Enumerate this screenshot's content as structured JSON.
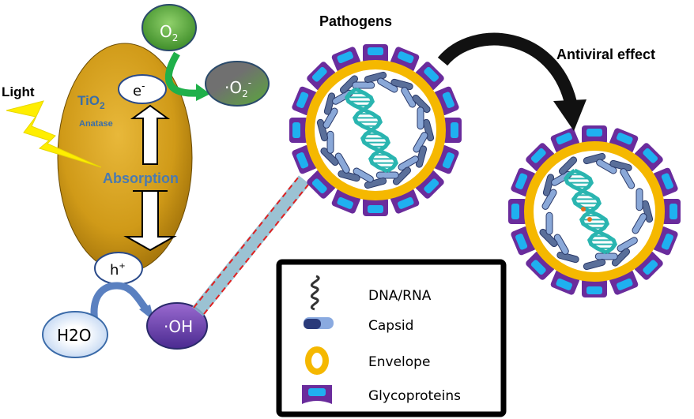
{
  "labels": {
    "light": "Light",
    "tio2": "TiO",
    "tio2_sub": "2",
    "anatase": "Anatase",
    "absorption": "Absorption",
    "electron": "e",
    "electron_sup": "-",
    "hole": "h",
    "hole_sup": "+",
    "o2": "O",
    "o2_sub": "2",
    "superoxide": "·O",
    "superoxide_sub": "2",
    "superoxide_sup": "-",
    "water": "H2O",
    "hydroxyl": "·OH",
    "pathogens": "Pathogens",
    "antiviral": "Antiviral effect"
  },
  "legend": [
    {
      "icon": "dna-rna-icon",
      "label": "DNA/RNA"
    },
    {
      "icon": "capsid-icon",
      "label": "Capsid"
    },
    {
      "icon": "envelope-icon",
      "label": "Envelope"
    },
    {
      "icon": "glycoprotein-icon",
      "label": "Glycoproteins"
    }
  ],
  "colors": {
    "tio2_body": "#d4a020",
    "envelope": "#f5b800",
    "glycoprotein": "#6a2c9c",
    "glyco_inner": "#1fb0f0",
    "capsid": "#5a6f9a",
    "dna": "#2ab5b0",
    "o2": "#5aa83a",
    "hydroxyl": "#6a3aa8",
    "arrow_green": "#1fb04a"
  }
}
